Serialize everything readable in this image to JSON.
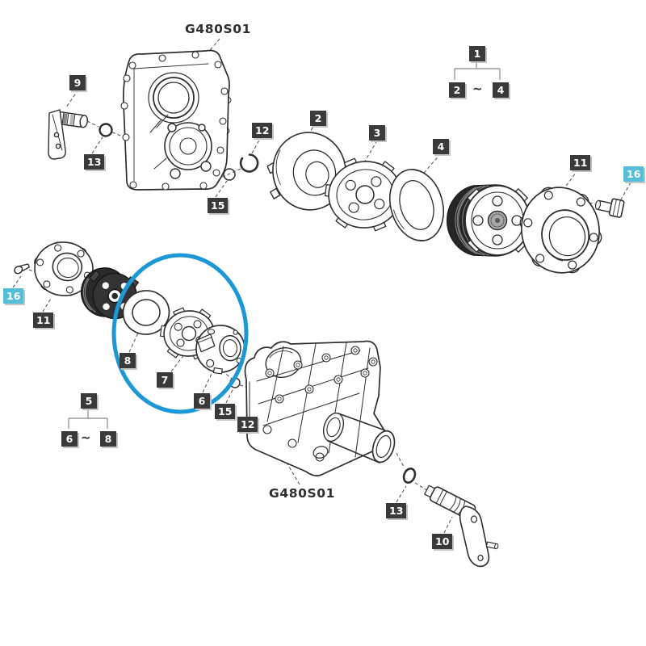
{
  "diagram": {
    "code_top": "G480S01",
    "code_bottom": "G480S01",
    "tilde": "~",
    "part_labels": {
      "n1": "1",
      "n2": "2",
      "n3": "3",
      "n4": "4",
      "n5": "5",
      "n6": "6",
      "n7": "7",
      "n8": "8",
      "n9": "9",
      "n10": "10",
      "n11": "11",
      "n12": "12",
      "n13": "13",
      "n15": "15",
      "n16": "16"
    },
    "groups": [
      {
        "parent": "1",
        "range_from": "2",
        "range_to": "4"
      },
      {
        "parent": "5",
        "range_from": "6",
        "range_to": "8"
      }
    ],
    "highlighted_parts": [
      "16"
    ],
    "colors": {
      "highlight_circle": "#1b98d5",
      "label_bg": "#3a3a3a",
      "label_highlight_bg": "#57bed9",
      "label_text": "#ffffff",
      "line_art": "#2e2e2e",
      "leader_line": "#5a5a5a"
    }
  }
}
